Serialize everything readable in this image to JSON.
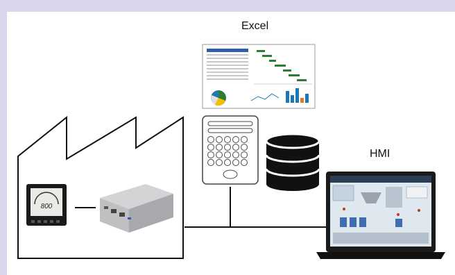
{
  "labels": {
    "excel": "Excel",
    "hmi": "HMI"
  },
  "meter": {
    "display_value": "800"
  },
  "colors": {
    "background_frame": "#d9d6ee",
    "line": "#111111",
    "pie": [
      "#2e7d32",
      "#f2c200",
      "#1f77b4",
      "#e0e0e0"
    ],
    "hmi_screen": "#dfe7ef"
  },
  "icons": [
    "factory-icon",
    "power-meter-icon",
    "gateway-device-icon",
    "calculator-icon",
    "database-icon",
    "laptop-icon"
  ]
}
